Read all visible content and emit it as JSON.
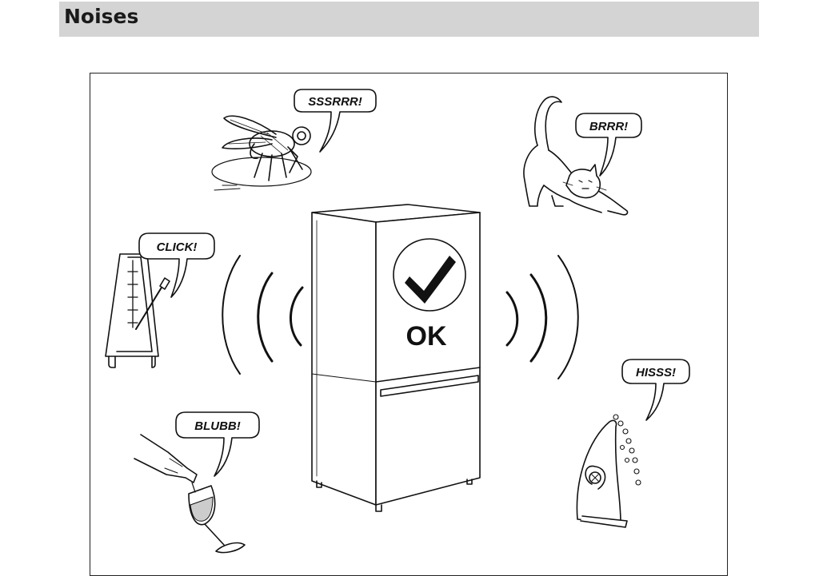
{
  "header": {
    "title": "Noises"
  },
  "sounds": {
    "fly": "SSSRRR!",
    "cat": "BRRR!",
    "metronome": "CLICK!",
    "wine": "BLUBB!",
    "iron": "HISSS!"
  },
  "fridge": {
    "status": "OK"
  },
  "icons": [
    "fly-icon",
    "cat-icon",
    "metronome-icon",
    "wine-bottle-icon",
    "wine-glass-icon",
    "steam-iron-icon",
    "fridge-icon",
    "checkmark-icon"
  ]
}
